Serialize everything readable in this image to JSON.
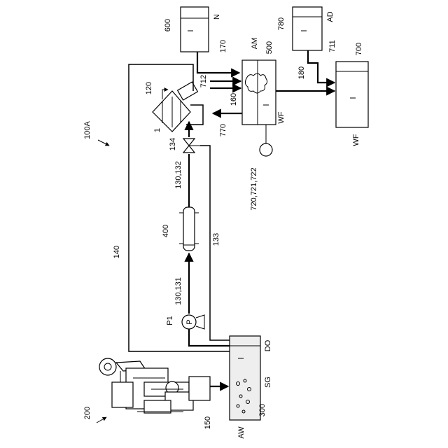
{
  "labels": {
    "l600": "600",
    "lN": "N",
    "l170": "170",
    "l780": "780",
    "lAD": "AD",
    "l711": "711",
    "l700": "700",
    "lWF700": "WF",
    "lAM": "AM",
    "l500": "500",
    "l712": "712",
    "l180": "180",
    "l160": "160",
    "l770": "770",
    "lWF500": "WF",
    "l720": "720,721,722",
    "l120": "120",
    "l1": "1",
    "l134": "134",
    "l100A": "100A",
    "l130_132": "130,132",
    "l400": "400",
    "l133": "133",
    "l140": "140",
    "l130_131": "130,131",
    "lP1": "P1",
    "lP": "P",
    "lDO": "DO",
    "lSG": "SG",
    "l300": "300",
    "lAW": "AW",
    "l150": "150",
    "l200": "200"
  }
}
